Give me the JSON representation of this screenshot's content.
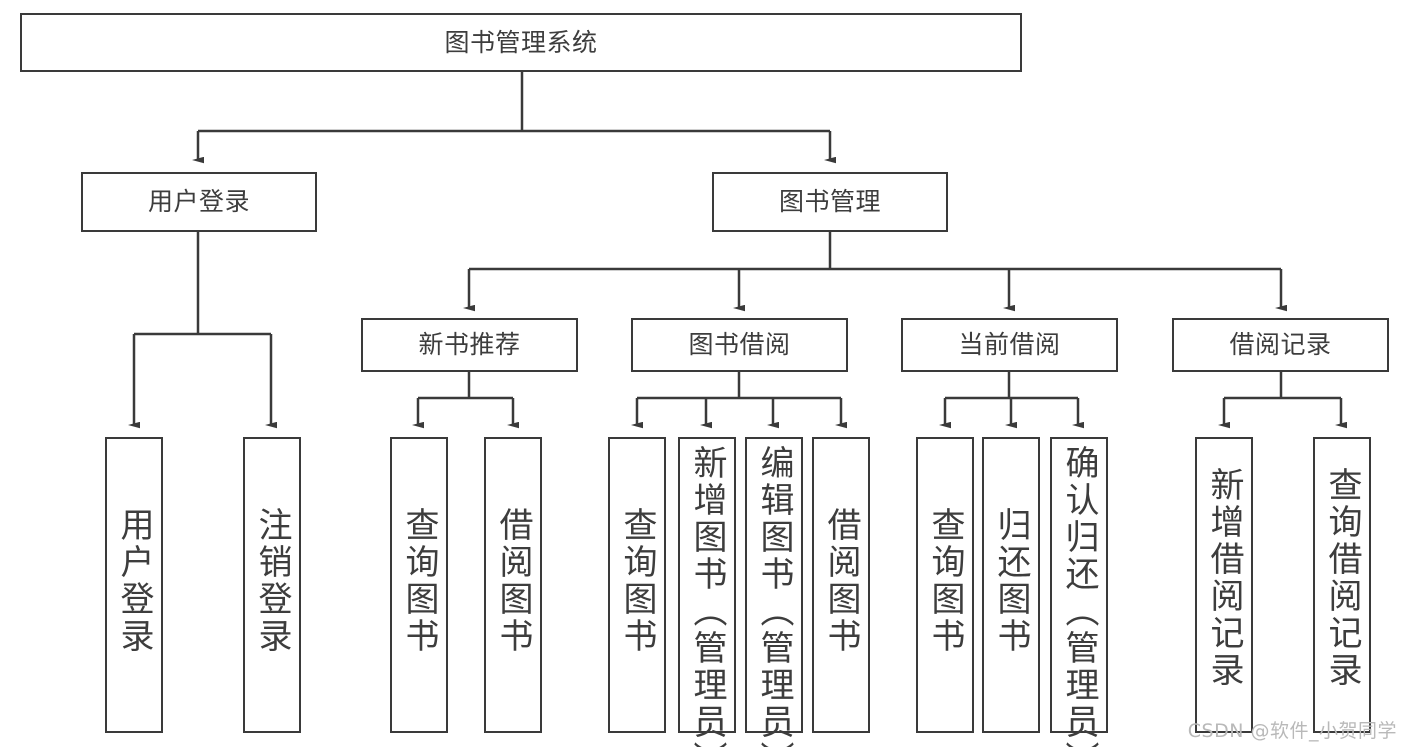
{
  "diagram": {
    "title": "图书管理系统",
    "type": "tree-hierarchy-diagram",
    "watermark": "CSDN @软件_小贺同学",
    "colors": {
      "stroke": "#3a3a3a",
      "text": "#3d3d3d",
      "background": "#ffffff",
      "watermark": "#b9b9b9"
    },
    "root": {
      "label": "图书管理系统"
    },
    "level2": [
      {
        "label": "用户登录"
      },
      {
        "label": "图书管理"
      }
    ],
    "level3": [
      {
        "label": "新书推荐"
      },
      {
        "label": "图书借阅"
      },
      {
        "label": "当前借阅"
      },
      {
        "label": "借阅记录"
      }
    ],
    "leaves": {
      "user_login": [
        {
          "label": "用户登录"
        },
        {
          "label": "注销登录"
        }
      ],
      "new_book_recommend": [
        {
          "label": "查询图书"
        },
        {
          "label": "借阅图书"
        }
      ],
      "book_borrow": [
        {
          "label": "查询图书"
        },
        {
          "label": "新增图书（管理员）"
        },
        {
          "label": "编辑图书（管理员）"
        },
        {
          "label": "借阅图书"
        }
      ],
      "current_borrow": [
        {
          "label": "查询图书"
        },
        {
          "label": "归还图书"
        },
        {
          "label": "确认归还（管理员）"
        }
      ],
      "borrow_record": [
        {
          "label": "新增借阅记录"
        },
        {
          "label": "查询借阅记录"
        }
      ]
    }
  }
}
